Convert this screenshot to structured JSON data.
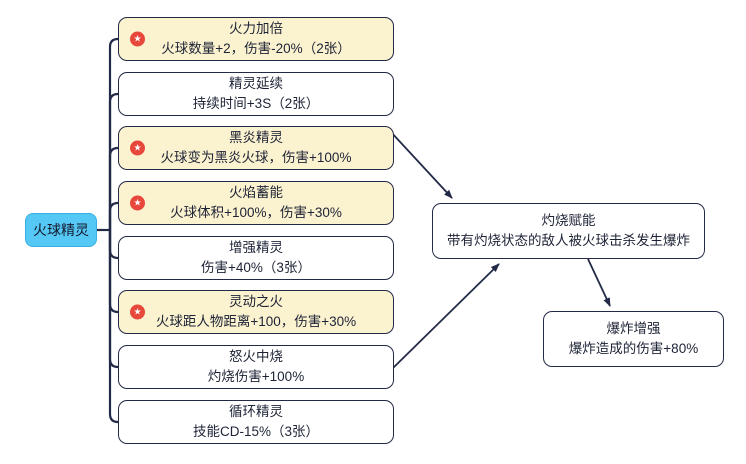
{
  "root": {
    "label": "火球精灵"
  },
  "skills": [
    {
      "title": "火力加倍",
      "desc": "火球数量+2，伤害-20%（2张）",
      "starred": true
    },
    {
      "title": "精灵延续",
      "desc": "持续时间+3S（2张）",
      "starred": false
    },
    {
      "title": "黑炎精灵",
      "desc": "火球变为黑炎火球，伤害+100%",
      "starred": true
    },
    {
      "title": "火焰蓄能",
      "desc": "火球体积+100%，伤害+30%",
      "starred": true
    },
    {
      "title": "增强精灵",
      "desc": "伤害+40%（3张）",
      "starred": false
    },
    {
      "title": "灵动之火",
      "desc": "火球距人物距离+100，伤害+30%",
      "starred": true
    },
    {
      "title": "怒火中烧",
      "desc": "灼烧伤害+100%",
      "starred": false
    },
    {
      "title": "循环精灵",
      "desc": "技能CD-15%（3张）",
      "starred": false
    }
  ],
  "combos": [
    {
      "title": "灼烧赋能",
      "desc": "带有灼烧状态的敌人被火球击杀发生爆炸"
    },
    {
      "title": "爆炸增强",
      "desc": "爆炸造成的伤害+80%"
    }
  ],
  "edges": [
    {
      "from": "黑炎精灵",
      "to": "灼烧赋能"
    },
    {
      "from": "怒火中烧",
      "to": "灼烧赋能"
    },
    {
      "from": "灼烧赋能",
      "to": "爆炸增强"
    }
  ],
  "icons": {
    "star": "★"
  },
  "colors": {
    "line": "#232a47",
    "node_border": "#232a47",
    "text": "#1d2336",
    "starred_fill": "#fbf2cf",
    "plain_fill": "#ffffff",
    "star_badge": "#e8483b",
    "root_fill": "#55c8f6",
    "background": "#ffffff"
  }
}
